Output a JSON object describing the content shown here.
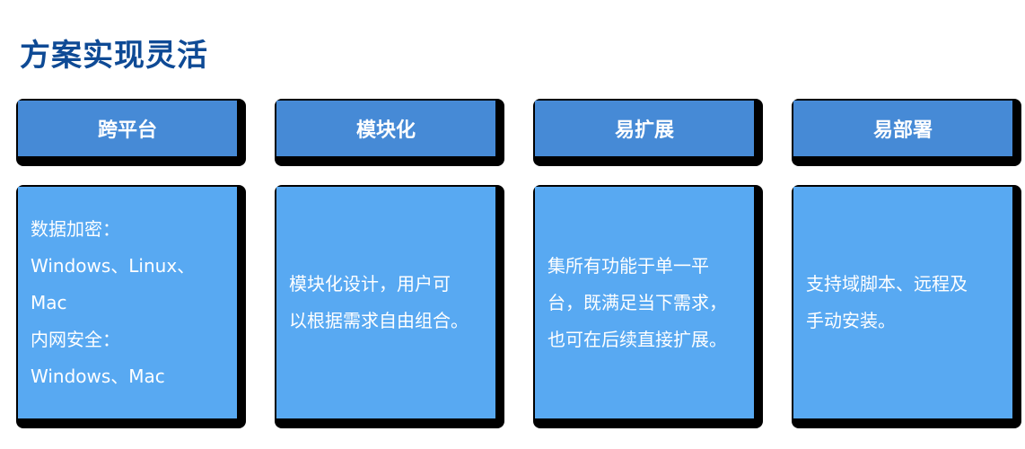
{
  "title": "方案实现灵活",
  "columns": [
    {
      "header": "跨平台",
      "lines": [
        "数据加密：",
        "Windows、Linux、",
        "Mac",
        "内网安全：",
        "Windows、Mac"
      ]
    },
    {
      "header": "模块化",
      "lines": [
        "模块化设计，用户可",
        "以根据需求自由组合。"
      ]
    },
    {
      "header": "易扩展",
      "lines": [
        "集所有功能于单一平",
        "台，既满足当下需求，",
        "也可在后续直接扩展。"
      ]
    },
    {
      "header": "易部署",
      "lines": [
        "支持域脚本、远程及",
        "手动安装。"
      ]
    }
  ]
}
